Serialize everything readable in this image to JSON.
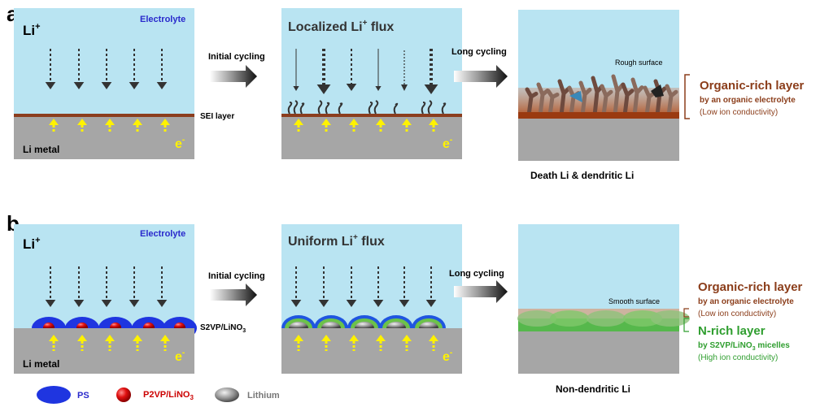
{
  "row_a": {
    "label": "a",
    "panel1": {
      "ion": "Li",
      "ion_sup": "+",
      "electrolyte": "Electrolyte",
      "sei": "SEI layer",
      "metal": "Li metal",
      "electron": "e",
      "electron_sup": "-"
    },
    "arrow1": "Initial cycling",
    "panel2": {
      "title": "Localized Li",
      "title_sup": "+",
      "title_end": " flux",
      "electron": "e",
      "electron_sup": "-"
    },
    "arrow2": "Long cycling",
    "panel3": {
      "surface": "Rough surface",
      "caption": "Death Li & dendritic Li"
    },
    "layer": {
      "name": "Organic-rich layer",
      "by": "by an organic electrolyte",
      "note": "(Low ion conductivity)"
    }
  },
  "row_b": {
    "label": "b",
    "panel1": {
      "ion": "Li",
      "ion_sup": "+",
      "electrolyte": "Electrolyte",
      "layer_pre": "S2VP/LiNO",
      "layer_sub": "3",
      "metal": "Li metal",
      "electron": "e",
      "electron_sup": "-"
    },
    "arrow1": "Initial cycling",
    "panel2": {
      "title": "Uniform Li",
      "title_sup": "+",
      "title_end": " flux",
      "electron": "e",
      "electron_sup": "-"
    },
    "arrow2": "Long cycling",
    "panel3": {
      "surface": "Smooth surface",
      "caption": "Non-dendritic Li"
    },
    "layer1": {
      "name": "Organic-rich layer",
      "by": "by an organic electrolyte",
      "note": "(Low ion conductivity)"
    },
    "layer2": {
      "name": "N-rich layer",
      "by_pre": "by S2VP/LiNO",
      "by_sub": "3",
      "by_end": " micelles",
      "note": "(High ion conductivity)"
    }
  },
  "legend": {
    "ps": "PS",
    "p2vp_pre": "P2VP/LiNO",
    "p2vp_sub": "3",
    "lithium": "Lithium"
  },
  "colors": {
    "electrolyte": "#b9e4f2",
    "metal": "#a6a6a6",
    "sei": "#8b3d1e",
    "electron_arrow": "#fff200",
    "organic_text": "#8b3d1a",
    "nrich_text": "#2f9e2f",
    "ps": "#1f35e0",
    "p2vp": "#e01010"
  }
}
